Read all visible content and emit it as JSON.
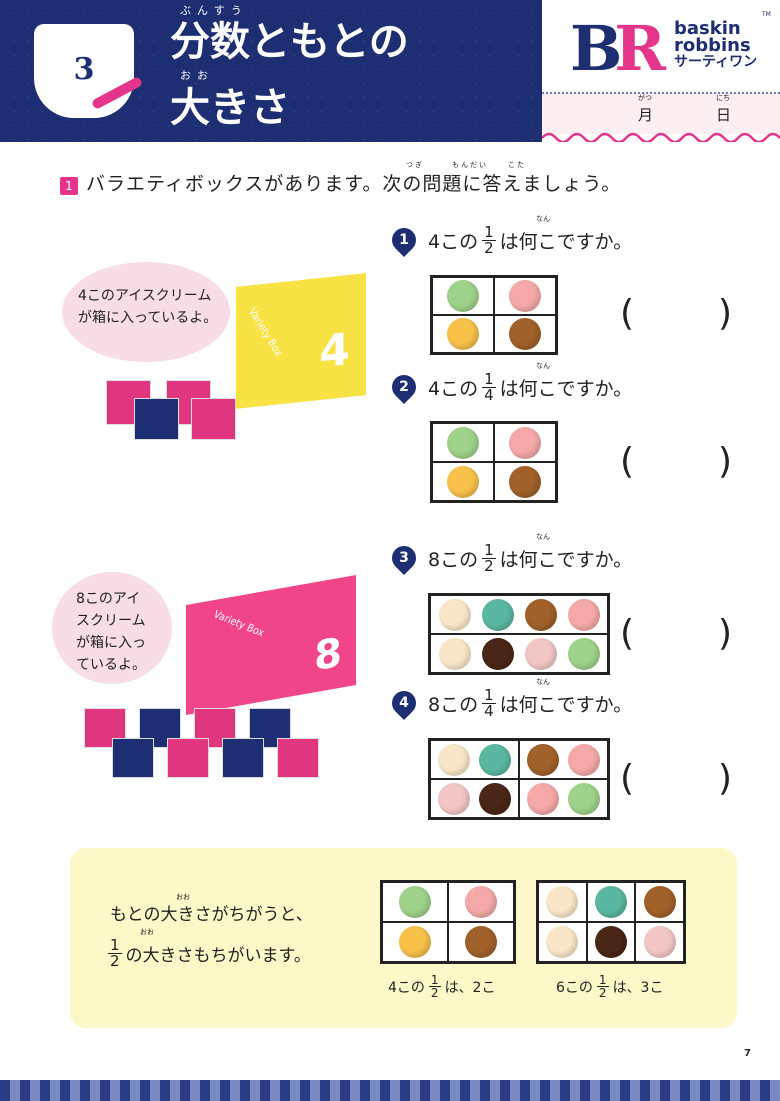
{
  "header": {
    "unit_number": "3",
    "title_line1": "分数ともとの",
    "title_line2": "大きさ",
    "ruby_bunsuu": "ぶんすう",
    "ruby_oo": "おお",
    "brand_top": "baskin",
    "brand_mid": "robbins",
    "brand_jp": "サーティワン",
    "brand_tm": "TM",
    "date_month": "月",
    "date_month_ruby": "がつ",
    "date_day": "日",
    "date_day_ruby": "にち"
  },
  "section": {
    "number": "1",
    "instruction": "バラエティボックスがあります。次の問題に答えましょう。",
    "ruby_tsugi": "つぎ",
    "ruby_mondai": "もんだい",
    "ruby_kota": "こた"
  },
  "bubbles": [
    {
      "line1": "4このアイスクリーム",
      "line2": "が箱に入っているよ。"
    },
    {
      "line1": "8このアイ",
      "line2": "スクリーム",
      "line3": "が箱に入っ",
      "line4": "ているよ。"
    }
  ],
  "boxes": [
    {
      "label": "Variety Box",
      "number": "4"
    },
    {
      "label": "Variety Box",
      "number": "8"
    }
  ],
  "questions": [
    {
      "number": "1",
      "prefix": "4この",
      "num": "1",
      "den": "2",
      "suffix": "は何こですか。",
      "ruby": "なん",
      "answer": ""
    },
    {
      "number": "2",
      "prefix": "4この",
      "num": "1",
      "den": "4",
      "suffix": "は何こですか。",
      "ruby": "なん",
      "answer": ""
    },
    {
      "number": "3",
      "prefix": "8この",
      "num": "1",
      "den": "2",
      "suffix": "は何こですか。",
      "ruby": "なん",
      "answer": ""
    },
    {
      "number": "4",
      "prefix": "8この",
      "num": "1",
      "den": "4",
      "suffix": "は何こですか。",
      "ruby": "なん",
      "answer": ""
    }
  ],
  "paren_open": "(",
  "paren_close": ")",
  "note": {
    "line1": "もとの大きさがちがうと、",
    "line2_num": "1",
    "line2_den": "2",
    "line2": "の大きさもちがいます。",
    "ruby_oo": "おお",
    "cap1_prefix": "4この",
    "cap1_suffix": "は、2こ",
    "cap2_prefix": "6この",
    "cap2_suffix": "は、3こ",
    "num": "1",
    "den": "2"
  },
  "page_number": "7",
  "colors": {
    "navy": "#1d2f72",
    "pink": "#e4358a",
    "note_bg": "#fdf8c8",
    "mint": "#9fd28a",
    "strawberry": "#f4a9a8",
    "mango": "#f7c14a",
    "chocolate": "#a0612a"
  }
}
